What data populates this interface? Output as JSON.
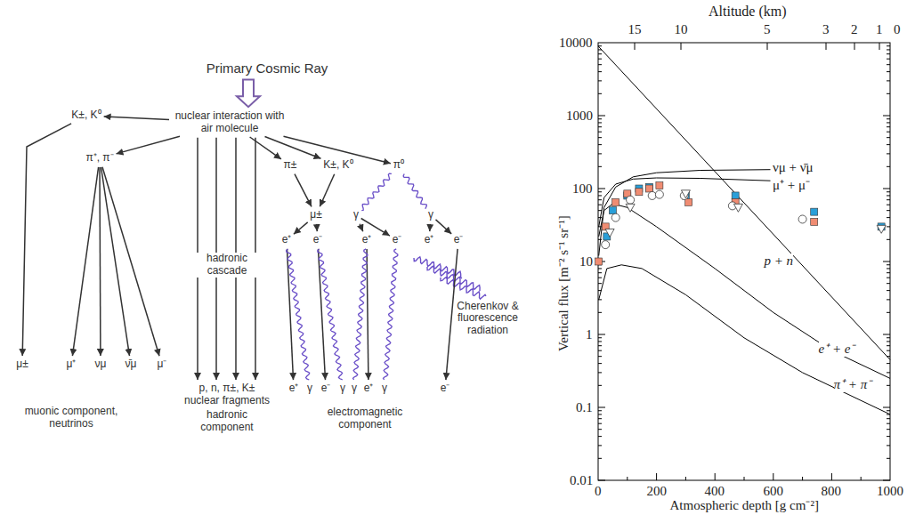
{
  "diagram": {
    "nodes": [
      {
        "text": [
          "Primary Cosmic Ray"
        ]
      },
      {
        "text": [
          "nuclear interaction with air molecule"
        ]
      },
      {
        "text": [
          "K±, K⁰"
        ]
      },
      {
        "text": [
          "π⁺, π⁻"
        ]
      },
      {
        "text": [
          "π±"
        ]
      },
      {
        "text": [
          "K±, K⁰"
        ]
      },
      {
        "text": [
          "π⁰"
        ]
      },
      {
        "text": [
          "μ±"
        ]
      },
      {
        "text": [
          "γ"
        ]
      },
      {
        "text": [
          "γ"
        ]
      },
      {
        "text": [
          "e⁺"
        ]
      },
      {
        "text": [
          "e⁻"
        ]
      },
      {
        "text": [
          "e⁺"
        ]
      },
      {
        "text": [
          "e⁻"
        ]
      },
      {
        "text": [
          "e⁺"
        ]
      },
      {
        "text": [
          "e⁻"
        ]
      },
      {
        "text": [
          "μ±"
        ]
      },
      {
        "text": [
          "μ⁺"
        ]
      },
      {
        "text": [
          "νμ"
        ]
      },
      {
        "text": [
          "ν̄μ"
        ]
      },
      {
        "text": [
          "μ⁻"
        ]
      },
      {
        "text": [
          "p, n, π±, K±"
        ]
      },
      {
        "text": [
          "e⁺"
        ]
      },
      {
        "text": [
          "γ"
        ]
      },
      {
        "text": [
          "e⁻"
        ]
      },
      {
        "text": [
          "γ"
        ]
      },
      {
        "text": [
          "γ"
        ]
      },
      {
        "text": [
          "e⁺"
        ]
      },
      {
        "text": [
          "γ"
        ]
      },
      {
        "text": [
          "e⁻"
        ]
      }
    ],
    "edges": [
      {
        "from": 0,
        "to": 1,
        "arrow": "to"
      },
      {
        "from": 1,
        "to": 2,
        "arrow": "to"
      },
      {
        "from": 1,
        "to": 3,
        "arrow": "to"
      },
      {
        "from": 1,
        "to": 21,
        "arrow": "to"
      },
      {
        "from": 1,
        "to": 21,
        "arrow": "to"
      },
      {
        "from": 1,
        "to": 21,
        "arrow": "to"
      },
      {
        "from": 1,
        "to": 21,
        "arrow": "to"
      },
      {
        "from": 1,
        "to": 4,
        "arrow": "to"
      },
      {
        "from": 1,
        "to": 5,
        "arrow": "to"
      },
      {
        "from": 1,
        "to": 6,
        "arrow": "to"
      },
      {
        "from": 2,
        "to": 16,
        "arrow": "to"
      },
      {
        "from": 3,
        "to": 17,
        "arrow": "to"
      },
      {
        "from": 3,
        "to": 18,
        "arrow": "to"
      },
      {
        "from": 3,
        "to": 19,
        "arrow": "to"
      },
      {
        "from": 3,
        "to": 20,
        "arrow": "to"
      },
      {
        "from": 4,
        "to": 7,
        "arrow": "to"
      },
      {
        "from": 5,
        "to": 7,
        "arrow": "to"
      },
      {
        "from": 6,
        "to": 8,
        "arrow": "none"
      },
      {
        "from": 6,
        "to": 9,
        "arrow": "none"
      },
      {
        "from": 7,
        "to": 10,
        "arrow": "to"
      },
      {
        "from": 7,
        "to": 11,
        "arrow": "to"
      },
      {
        "from": 8,
        "to": 12,
        "arrow": "to"
      },
      {
        "from": 8,
        "to": 13,
        "arrow": "to"
      },
      {
        "from": 9,
        "to": 14,
        "arrow": "to"
      },
      {
        "from": 9,
        "to": 15,
        "arrow": "to"
      },
      {
        "from": 10,
        "to": 22,
        "arrow": "to"
      },
      {
        "from": 10,
        "to": 23,
        "arrow": "none"
      },
      {
        "from": 11,
        "to": 24,
        "arrow": "to"
      },
      {
        "from": 11,
        "to": 25,
        "arrow": "none"
      },
      {
        "from": 12,
        "to": 27,
        "arrow": "to"
      },
      {
        "from": 12,
        "to": 26,
        "arrow": "none"
      },
      {
        "from": 13,
        "to": 28,
        "arrow": "none"
      },
      {
        "from": 15,
        "to": 29,
        "arrow": "to"
      }
    ],
    "labels": [
      "hadronic cascade",
      "nuclear fragments",
      "hadronic component",
      "muonic component, neutrinos",
      "electromagnetic component",
      "Cherenkov & fluorescence radiation",
      "Altitude (km)",
      "15",
      "10",
      "5",
      "3",
      "2",
      "1",
      "0",
      "10000",
      "1000",
      "100",
      "10",
      "1",
      "0.1",
      "0.01",
      "0",
      "200",
      "400",
      "600",
      "800",
      "1000",
      "Vertical flux   [m⁻² s⁻¹ sr⁻¹]",
      "Atmospheric depth   [g cm⁻²]",
      "νμ + ν̄μ",
      "μ⁺ + μ⁻",
      "p + n",
      "e⁺ + e⁻",
      "π⁺ + π⁻"
    ]
  }
}
